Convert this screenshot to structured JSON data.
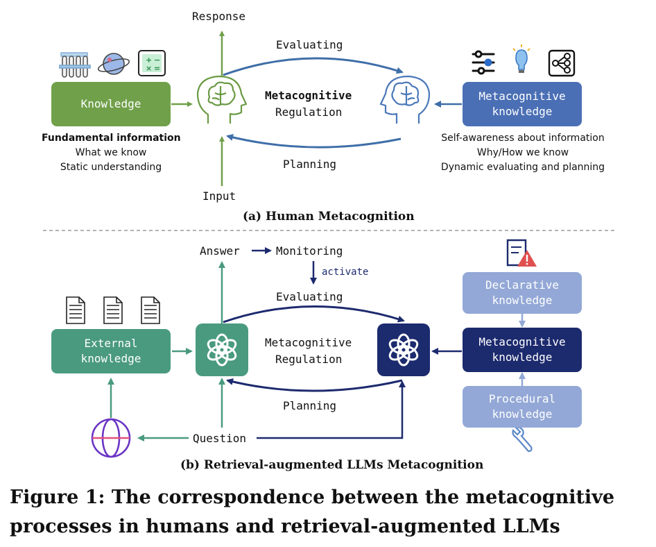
{
  "part_a": {
    "caption": "(a) Human Metacognition",
    "knowledge_box": "Knowledge",
    "knowledge_desc": [
      "Fundamental information",
      "What we know",
      "Static understanding"
    ],
    "meta_box": [
      "Metacognitive",
      "knowledge"
    ],
    "meta_desc": [
      "Self-awareness about information",
      "Why/How we know",
      "Dynamic evaluating and planning"
    ],
    "center": [
      "Metacognitive",
      "Regulation"
    ],
    "response": "Response",
    "input": "Input",
    "evaluating": "Evaluating",
    "planning": "Planning",
    "left_icons": [
      "test-tubes-icon",
      "planet-icon",
      "calculator-icon"
    ],
    "right_icons": [
      "sliders-icon",
      "lightbulb-icon",
      "share-network-icon"
    ]
  },
  "part_b": {
    "caption": "(b) Retrieval-augmented LLMs Metacognition",
    "external_box": [
      "External",
      "knowledge"
    ],
    "declarative_box": [
      "Declarative",
      "knowledge"
    ],
    "meta_box": [
      "Metacognitive",
      "knowledge"
    ],
    "procedural_box": [
      "Procedural",
      "knowledge"
    ],
    "center": [
      "Metacognitive",
      "Regulation"
    ],
    "answer": "Answer",
    "monitoring": "Monitoring",
    "activate": "activate",
    "evaluating": "Evaluating",
    "planning": "Planning",
    "question": "Question"
  },
  "figure_caption": [
    "Figure 1: The correspondence between the metacognitive",
    "processes in humans and retrieval-augmented LLMs"
  ],
  "colors": {
    "green": "#70a04a",
    "blue": "#4a6fb5",
    "arrow_blue": "#3e6ea8",
    "teal": "#4a9a80",
    "navy": "#1c2a6e",
    "light_blue": "#93a8d6",
    "purple": "#6a35c4",
    "red": "#e05050"
  }
}
